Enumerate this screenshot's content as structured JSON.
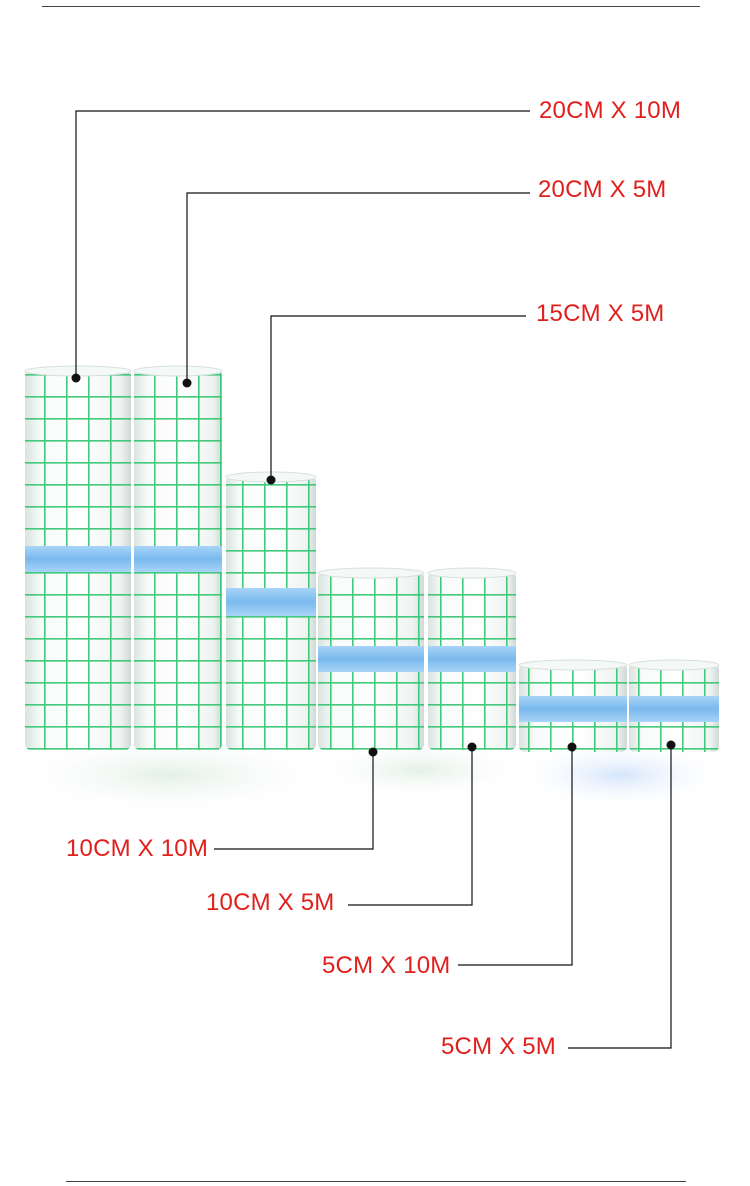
{
  "labels": {
    "l1": "20CM X 10M",
    "l2": "20CM X 5M",
    "l3": "15CM X 5M",
    "l4": "10CM X 10M",
    "l5": "10CM X 5M",
    "l6": "5CM X 10M",
    "l7": "5CM X 5M"
  },
  "colors": {
    "label_red": "#e0201c",
    "grid_green": "#2fc46e",
    "band_blue": "#8fc6f2",
    "leader_line": "#111111"
  }
}
